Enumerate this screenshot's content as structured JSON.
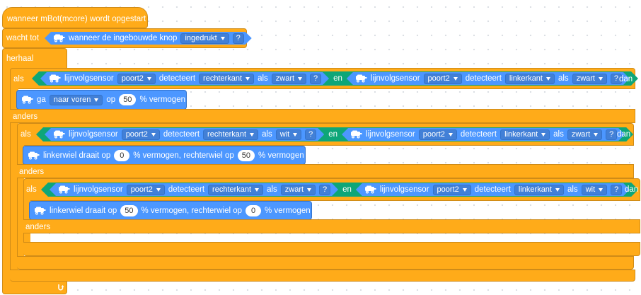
{
  "hat": {
    "label": "wanneer mBot(mcore) wordt opgestart"
  },
  "wait": {
    "label": "wacht tot",
    "condition": {
      "sensor": "wanneer de ingebouwde knop",
      "state": "ingedrukt",
      "q": "?"
    }
  },
  "loop": {
    "label": "herhaal",
    "icon": "repeat-arrow-icon"
  },
  "if1": {
    "label": "als",
    "then": "dan",
    "else": "anders",
    "and": "en",
    "cond_left": {
      "sensor": "lijnvolgsensor",
      "port": "poort2",
      "detects": "detecteert",
      "side": "rechterkant",
      "als": "als",
      "color": "zwart",
      "q": "?"
    },
    "cond_right": {
      "sensor": "lijnvolgsensor",
      "port": "poort2",
      "detects": "detecteert",
      "side": "linkerkant",
      "als": "als",
      "color": "zwart",
      "q": "?"
    },
    "action": {
      "prefix": "ga",
      "direction": "naar voren",
      "op": "op",
      "value": "50",
      "suffix": "% vermogen"
    }
  },
  "if2": {
    "label": "als",
    "then": "dan",
    "else": "anders",
    "and": "en",
    "cond_left": {
      "sensor": "lijnvolgsensor",
      "port": "poort2",
      "detects": "detecteert",
      "side": "rechterkant",
      "als": "als",
      "color": "wit",
      "q": "?"
    },
    "cond_right": {
      "sensor": "lijnvolgsensor",
      "port": "poort2",
      "detects": "detecteert",
      "side": "linkerkant",
      "als": "als",
      "color": "zwart",
      "q": "?"
    },
    "action": {
      "left_label": "linkerwiel draait op",
      "left_value": "0",
      "mid_label": "% vermogen, rechterwiel op",
      "right_value": "50",
      "suffix": "% vermogen"
    }
  },
  "if3": {
    "label": "als",
    "then": "dan",
    "else": "anders",
    "and": "en",
    "cond_left": {
      "sensor": "lijnvolgsensor",
      "port": "poort2",
      "detects": "detecteert",
      "side": "rechterkant",
      "als": "als",
      "color": "zwart",
      "q": "?"
    },
    "cond_right": {
      "sensor": "lijnvolgsensor",
      "port": "poort2",
      "detects": "detecteert",
      "side": "linkerkant",
      "als": "als",
      "color": "wit",
      "q": "?"
    },
    "action": {
      "left_label": "linkerwiel draait op",
      "left_value": "50",
      "mid_label": "% vermogen, rechterwiel op",
      "right_value": "0",
      "suffix": "% vermogen"
    }
  },
  "colors": {
    "control": "#ffab19",
    "motion": "#4c97ff",
    "operator": "#0ea678",
    "dropdown": "#4280d7"
  },
  "icons": {
    "robot": "mbot-robot-icon"
  }
}
